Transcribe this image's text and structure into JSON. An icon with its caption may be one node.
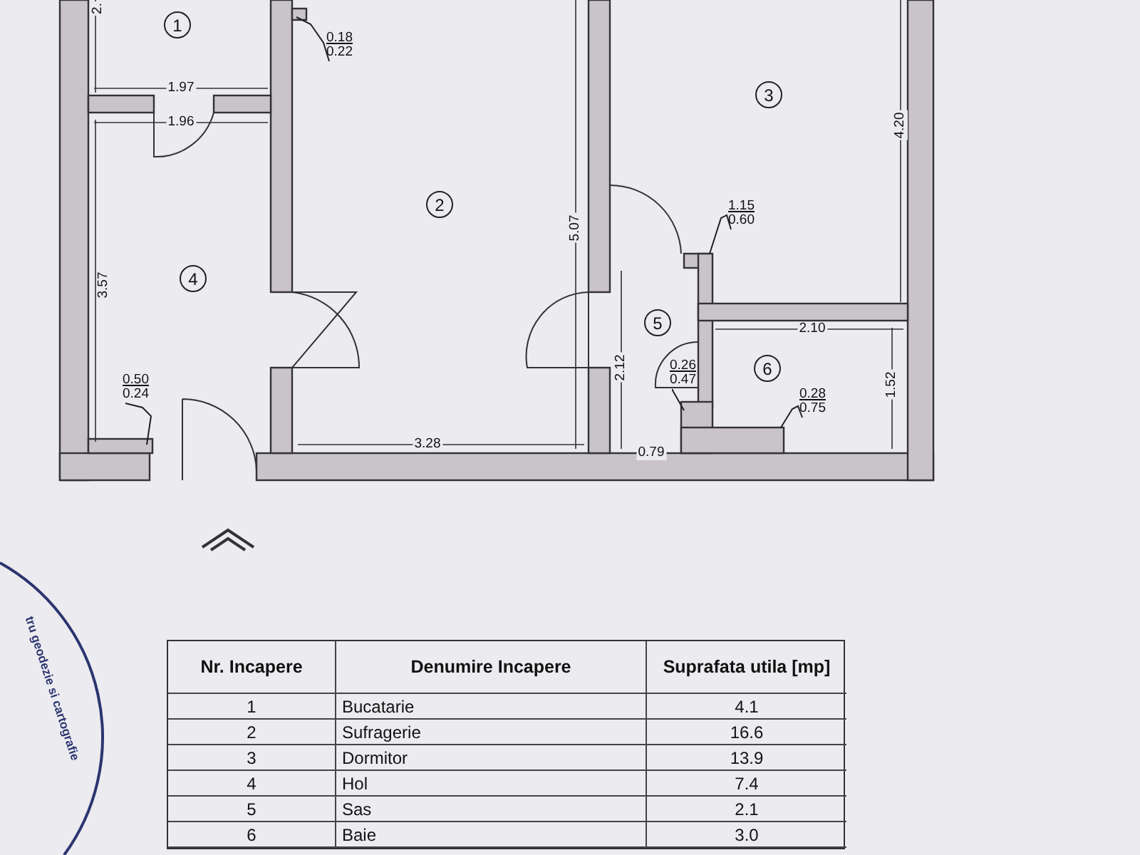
{
  "diagram": {
    "nodes": [
      {
        "text": [
          "1"
        ]
      },
      {
        "text": [
          "2"
        ]
      },
      {
        "text": [
          "3"
        ]
      },
      {
        "text": [
          "4"
        ]
      },
      {
        "text": [
          "5"
        ]
      },
      {
        "text": [
          "6"
        ]
      },
      {
        "text": [
          "0.18",
          "0.22"
        ]
      },
      {
        "text": [
          "0.50",
          "0.24"
        ]
      },
      {
        "text": [
          "1.15",
          "0.60"
        ]
      },
      {
        "text": [
          "0.26",
          "0.47"
        ]
      },
      {
        "text": [
          "0.28",
          "0.75"
        ]
      }
    ],
    "edges": [
      {
        "from": 6,
        "to": null,
        "arrow": "none"
      },
      {
        "from": 7,
        "to": null,
        "arrow": "none"
      },
      {
        "from": 8,
        "to": null,
        "arrow": "none"
      },
      {
        "from": 9,
        "to": null,
        "arrow": "none"
      },
      {
        "from": 10,
        "to": null,
        "arrow": "none"
      }
    ],
    "labels": [
      "2.",
      "1.97",
      "1.96",
      "3.57",
      "3.28",
      "5.07",
      "4.20",
      "2.12",
      "0.79",
      "2.10",
      "1.52",
      "Nr. Incapere",
      "Denumire Incapere",
      "Suprafata utila [mp]",
      "1",
      "Bucatarie",
      "4.1",
      "2",
      "Sufragerie",
      "16.6",
      "3",
      "Dormitor",
      "13.9",
      "4",
      "Hol",
      "7.4",
      "5",
      "Sas",
      "2.1",
      "6",
      "Baie",
      "3.0",
      "tru geodezie si cartografie"
    ]
  }
}
